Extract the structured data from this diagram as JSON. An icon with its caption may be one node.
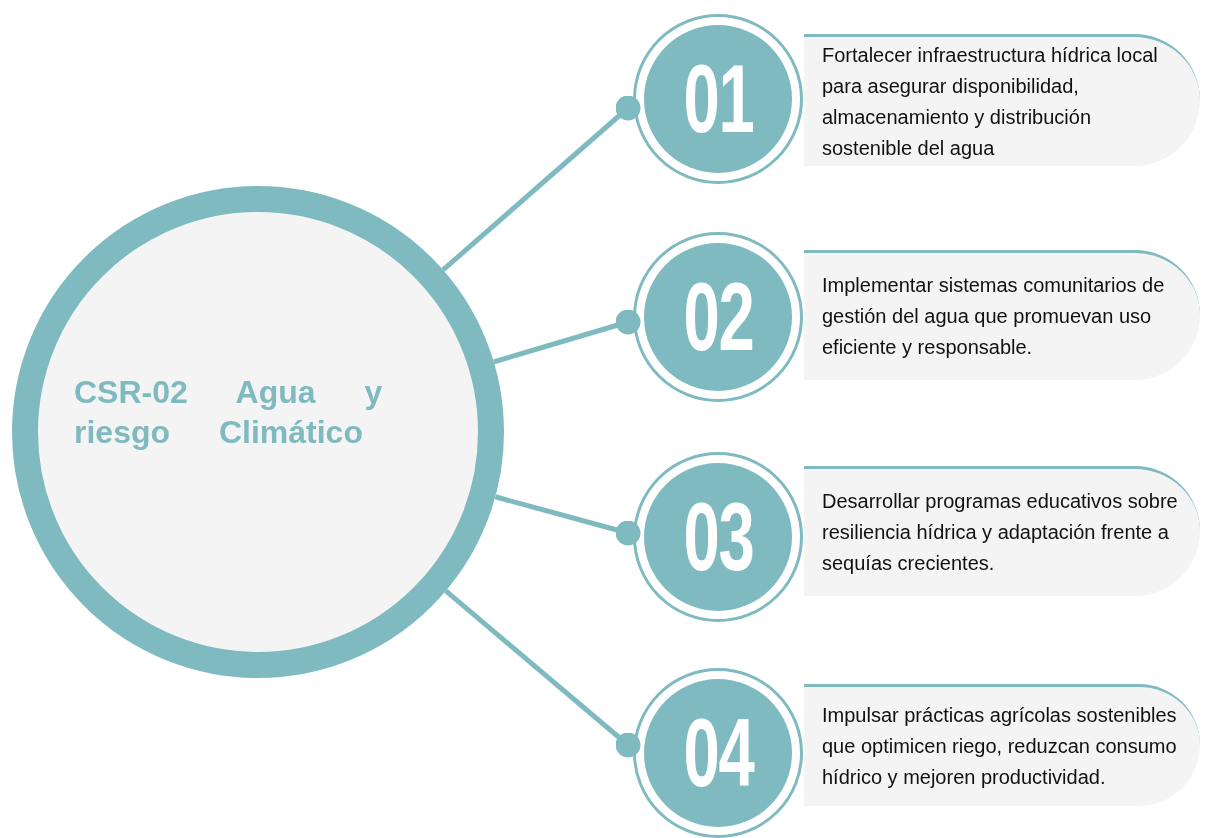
{
  "diagram": {
    "nodes": [
      {
        "text": [
          "CSR-02 Agua y riesgo Climático"
        ]
      },
      {
        "text": [
          "01"
        ]
      },
      {
        "text": [
          "Fortalecer infraestructura hídrica local para asegurar disponibilidad, almacenamiento y distribución sostenible del agua"
        ]
      },
      {
        "text": [
          "02"
        ]
      },
      {
        "text": [
          "Implementar sistemas comunitarios de gestión del agua que promuevan uso eficiente y responsable."
        ]
      },
      {
        "text": [
          "03"
        ]
      },
      {
        "text": [
          "Desarrollar programas educativos sobre resiliencia hídrica y adaptación frente a sequías crecientes."
        ]
      },
      {
        "text": [
          "04"
        ]
      },
      {
        "text": [
          "Impulsar prácticas agrícolas sostenibles que optimicen riego, reduzcan consumo hídrico y mejoren productividad."
        ]
      }
    ],
    "edges": [
      {
        "from": 0,
        "to": 1,
        "arrow": "other"
      },
      {
        "from": 0,
        "to": 3,
        "arrow": "other"
      },
      {
        "from": 0,
        "to": 5,
        "arrow": "other"
      },
      {
        "from": 0,
        "to": 7,
        "arrow": "other"
      }
    ]
  }
}
